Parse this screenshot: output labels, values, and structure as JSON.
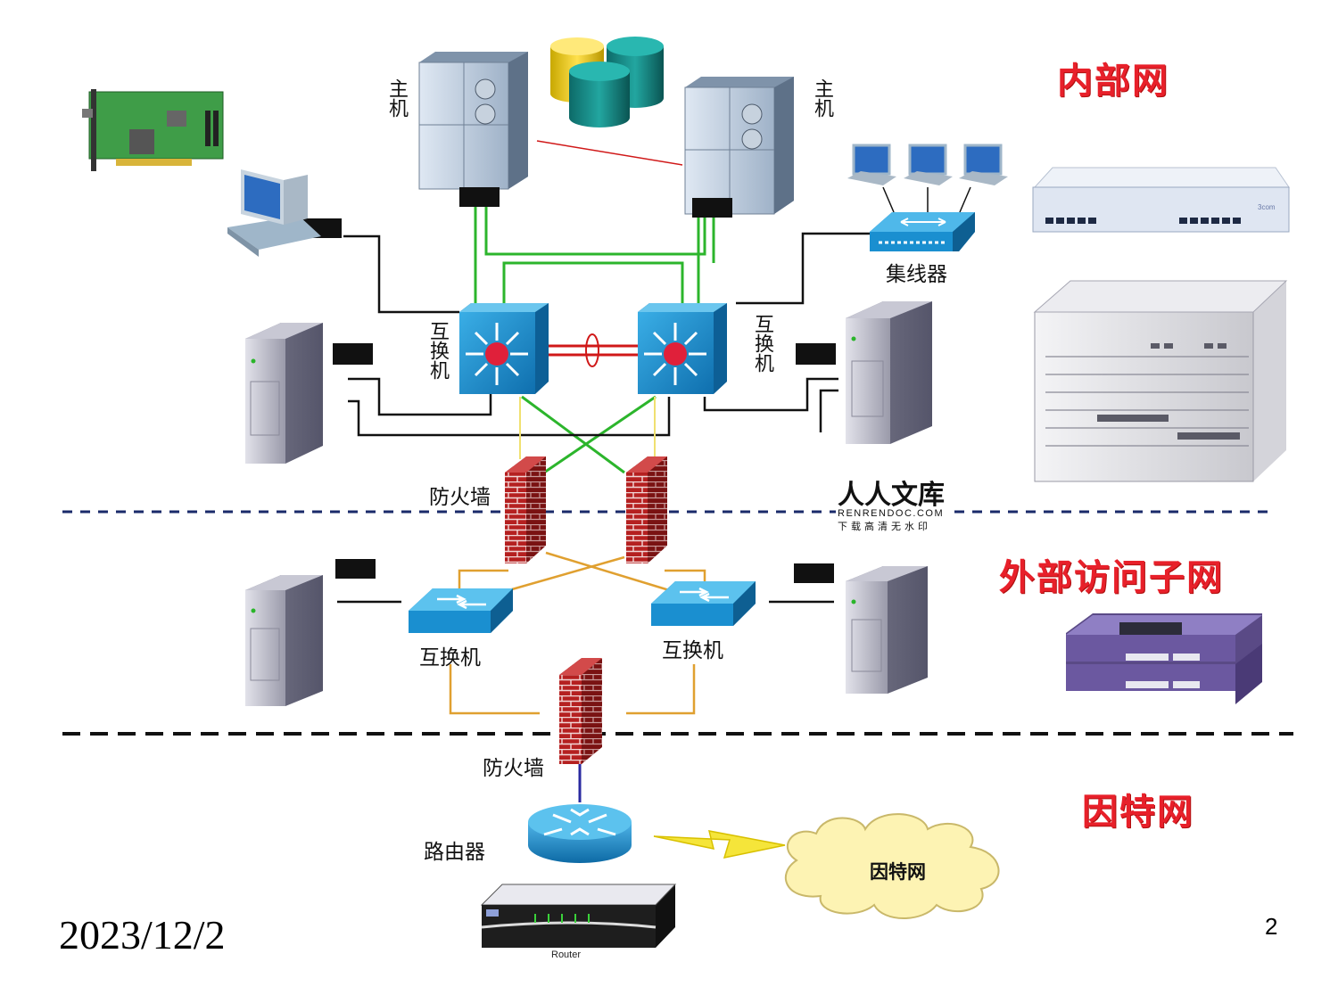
{
  "zones": {
    "internal": "内部网",
    "external": "外部访问子网",
    "internet": "因特网"
  },
  "labels": {
    "host_left": "主机",
    "host_right": "主机",
    "hub": "集线器",
    "core_switch_left": "互换机",
    "core_switch_right": "互换机",
    "firewall_upper": "防火墙",
    "dmz_switch_left": "互换机",
    "dmz_switch_right": "互换机",
    "firewall_lower": "防火墙",
    "router": "路由器",
    "cloud": "因特网",
    "router_caption": "Router",
    "hub_brand": "3com"
  },
  "watermark": {
    "title": "人人文库",
    "domain": "RENRENDOC.COM",
    "tagline": "下载高清无水印"
  },
  "footer": {
    "date": "2023/12/2",
    "page": "2"
  },
  "colors": {
    "zone_title": "#e8202a",
    "green_link": "#2cb52c",
    "black_link": "#111111",
    "red_link": "#d01818",
    "orange_link": "#e0a030",
    "yellow_link": "#f0e070",
    "blue_link": "#2a2aa0",
    "dashed_divider": "#1a2a6a",
    "switch_blue": "#1a8fd0",
    "firewall_red": "#b52020",
    "cloud_fill": "#fdf3b3"
  }
}
